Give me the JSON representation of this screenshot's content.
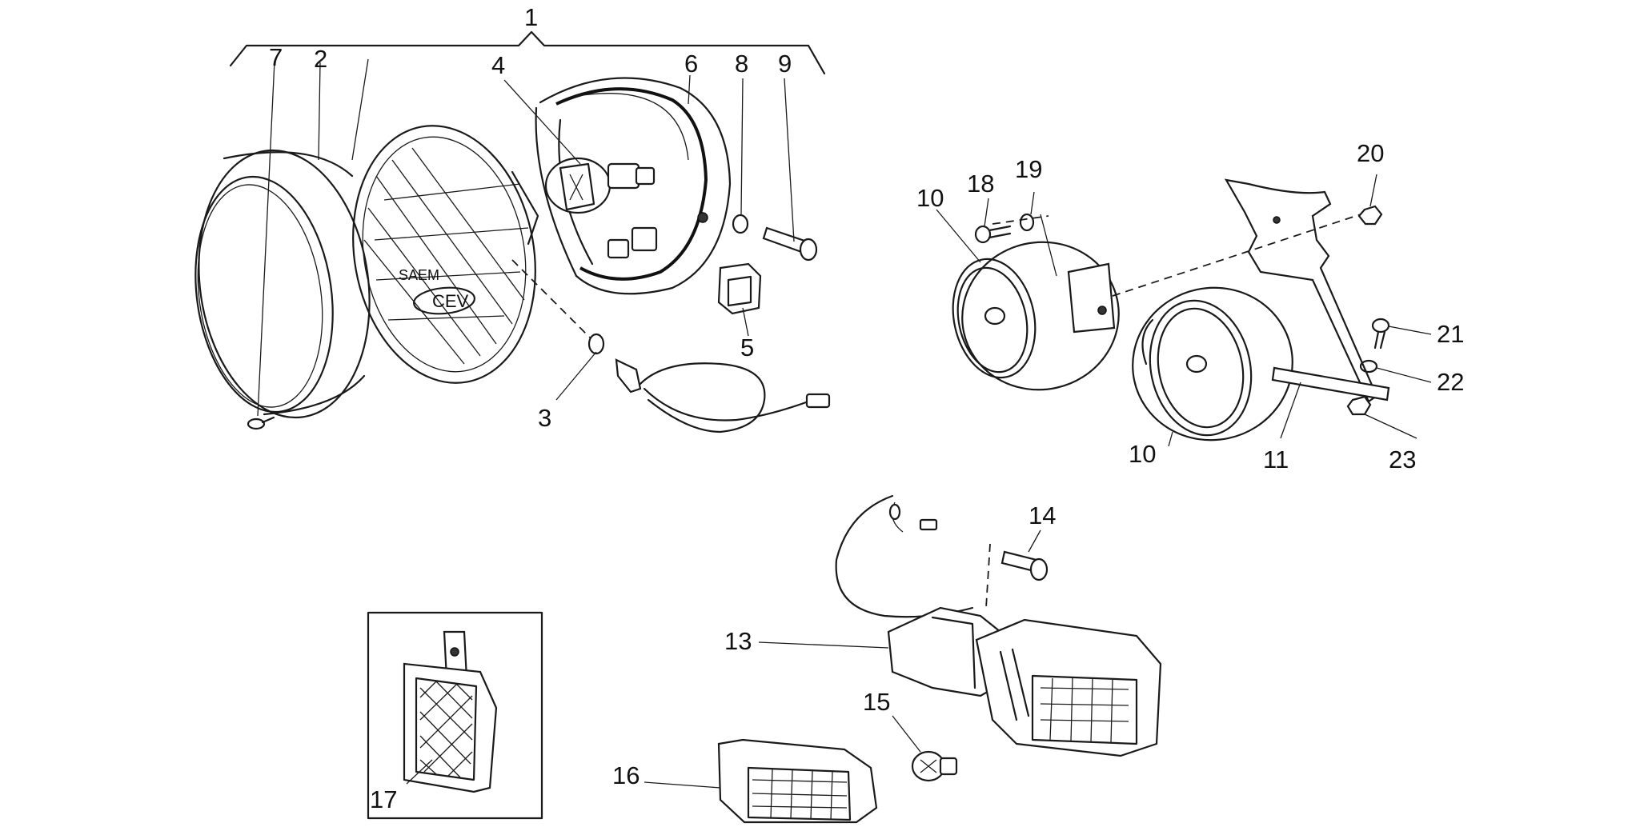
{
  "labels": {
    "l1": "1",
    "l2": "2",
    "l3": "3",
    "l4": "4",
    "l5": "5",
    "l6": "6",
    "l7": "7",
    "l8": "8",
    "l9": "9",
    "l10a": "10",
    "l10b": "10",
    "l11": "11",
    "l13": "13",
    "l14": "14",
    "l15": "15",
    "l16": "16",
    "l17": "17",
    "l18": "18",
    "l19": "19",
    "l20": "20",
    "l21": "21",
    "l22": "22",
    "l23": "23"
  },
  "lens_text": {
    "brand1": "SAEM",
    "brand2": "CEV"
  }
}
